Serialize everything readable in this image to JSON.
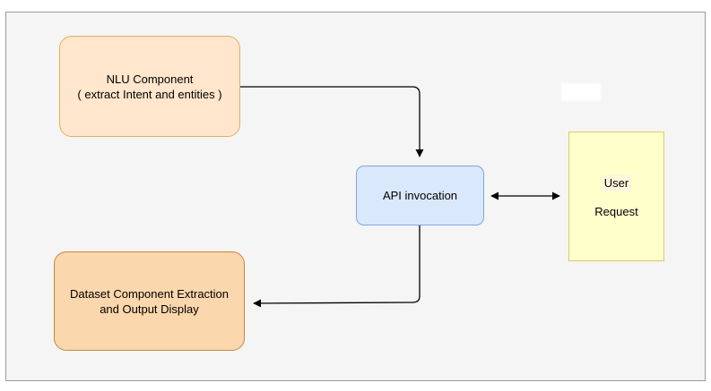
{
  "diagram": {
    "nodes": {
      "nlu": {
        "line1": "NLU Component",
        "line2": "( extract Intent and entities )"
      },
      "api": {
        "label": "API invocation"
      },
      "dataset": {
        "line1": "Dataset Component Extraction",
        "line2": "and Output Display"
      },
      "user": {
        "line1": "User",
        "line2": "Request"
      }
    },
    "edges": [
      {
        "from": "nlu",
        "to": "api",
        "arrow": "end"
      },
      {
        "from": "api",
        "to": "dataset",
        "arrow": "end"
      },
      {
        "from": "api",
        "to": "user",
        "arrow": "both"
      }
    ],
    "colors": {
      "nlu_fill": "#ffe6cc",
      "api_fill": "#dae8fc",
      "dataset_fill": "#fad7ac",
      "user_fill": "#ffffcc",
      "edge": "#000000"
    }
  }
}
